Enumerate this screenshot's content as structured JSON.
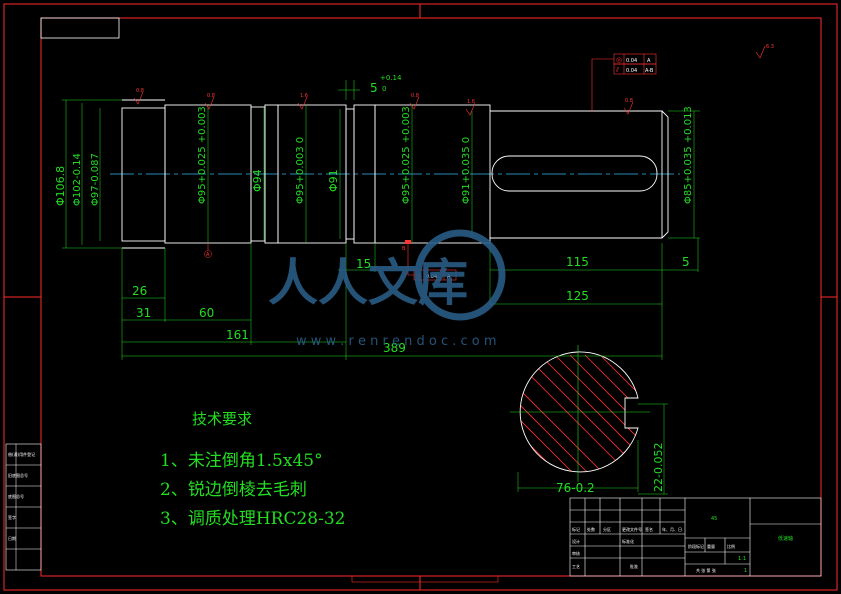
{
  "colors": {
    "background": "#000000",
    "frame": "#ff2a2a",
    "outline": "#ffffff",
    "dimension": "#22dd22",
    "centerline": "#33bbee",
    "hatch": "#ff3333",
    "watermark": "#2a5d86"
  },
  "diameters": {
    "d1": "Φ106.8",
    "d2": "Φ102-0.14",
    "d3": "Φ97-0.087",
    "d4": "Φ95+0.025 +0.003",
    "d5": "Φ94",
    "d6": "Φ95+0.003 0",
    "d7": "Φ91",
    "d8": "Φ95+0.025 +0.003",
    "d9": "Φ91+0.035 0",
    "d10": "Φ85+0.035 +0.013"
  },
  "lengths": {
    "l26": "26",
    "l31": "31",
    "l60": "60",
    "l161": "161",
    "l389": "389",
    "l15": "15",
    "l115": "115",
    "l5": "5",
    "l125": "125",
    "top5": "5",
    "top5_tol": "+0.14",
    "top5_tol2": "0"
  },
  "section": {
    "width": "76-0.2",
    "depth": "22-0.052"
  },
  "roughness": {
    "r1": "0.8",
    "r2": "0.8",
    "r3": "1.6",
    "r4": "0.8",
    "r5": "1.6",
    "r6": "0.8",
    "r7": "6.3"
  },
  "tolerance_frames": {
    "f1_sym": "◎",
    "f1_val": "0.04",
    "f1_ref": "A",
    "f2_sym": "⫽",
    "f2_val": "0.04",
    "f2_ref": "A-B",
    "f3_sym": "◎",
    "f3_val": "0.04",
    "f3_ref": "A",
    "datum_a": "A",
    "datum_b": "B"
  },
  "requirements": {
    "title": "技术要求",
    "items": [
      "1、未注倒角1.5x45°",
      "2、锐边倒棱去毛刺",
      "3、调质处理HRC28-32"
    ]
  },
  "watermark": {
    "brand": "人人文库",
    "url": "w w w . r e n r e n d o c . c o m"
  },
  "title_block": {
    "material": "45",
    "name": "低速轴",
    "scale": "1:1",
    "count": "1",
    "c1": "标记",
    "c2": "处数",
    "c3": "分区",
    "c4": "更改文件号",
    "c5": "签名",
    "c6": "年、月、日",
    "r2a": "设计",
    "r2b": "标准化",
    "r2c": "阶段标记",
    "r2d": "重量",
    "r2e": "比例",
    "r3a": "审核",
    "r4a": "工艺",
    "r4b": "批准",
    "r4c": "共 张 第 张",
    "side1": "借(通)用件登记",
    "side2": "旧底图总号",
    "side3": "底图总号",
    "side4": "签字",
    "side5": "日期"
  }
}
